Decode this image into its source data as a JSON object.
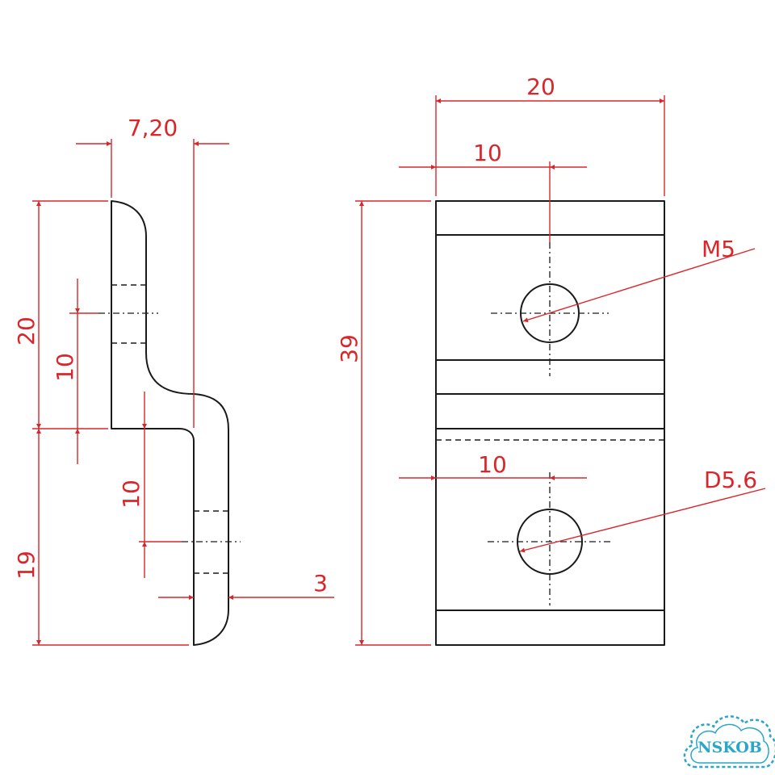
{
  "side_view": {
    "dim_width": "7,20",
    "dim_upper_height": "20",
    "dim_upper_hole_offset": "10",
    "dim_lower_hole_offset": "10",
    "dim_lower_height": "19",
    "dim_thickness": "3"
  },
  "front_view": {
    "dim_width": "20",
    "dim_hole_center_top": "10",
    "dim_total_height": "39",
    "dim_hole_center_bottom": "10",
    "label_top_hole": "M5",
    "label_bottom_hole": "D5.6"
  },
  "logo": {
    "text": "NSKOB",
    "color": "#2aa6c8"
  },
  "colors": {
    "dimension": "#d9262b",
    "outline": "#1a1a1a"
  }
}
